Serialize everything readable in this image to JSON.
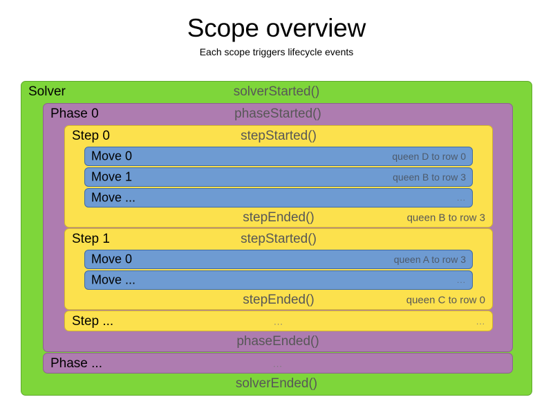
{
  "header": {
    "title": "Scope overview",
    "subtitle": "Each scope triggers lifecycle events"
  },
  "colors": {
    "solver": "#7ED63A",
    "phase": "#AE7CB0",
    "step": "#FCE14D",
    "move": "#6E9BD2",
    "event_text": "#575757",
    "label_text": "#000000",
    "background": "#FFFFFF"
  },
  "solver": {
    "label": "Solver",
    "started_event": "solverStarted()",
    "ended_event": "solverEnded()",
    "phases": [
      {
        "label": "Phase 0",
        "started_event": "phaseStarted()",
        "ended_event": "phaseEnded()",
        "steps": [
          {
            "label": "Step 0",
            "started_event": "stepStarted()",
            "ended_event": "stepEnded()",
            "ended_detail": "queen B to row 3",
            "moves": [
              {
                "label": "Move 0",
                "detail": "queen D to row 0"
              },
              {
                "label": "Move 1",
                "detail": "queen B to row 3"
              },
              {
                "label": "Move ...",
                "detail": "..."
              }
            ]
          },
          {
            "label": "Step 1",
            "started_event": "stepStarted()",
            "ended_event": "stepEnded()",
            "ended_detail": "queen C to row 0",
            "moves": [
              {
                "label": "Move 0",
                "detail": "queen A to row 3"
              },
              {
                "label": "Move ...",
                "detail": "..."
              }
            ]
          },
          {
            "label": "Step ...",
            "started_event": "...",
            "ended_event": "",
            "ended_detail": "...",
            "moves": []
          }
        ]
      },
      {
        "label": "Phase ...",
        "started_event": "...",
        "ended_event": "",
        "steps": []
      }
    ]
  }
}
